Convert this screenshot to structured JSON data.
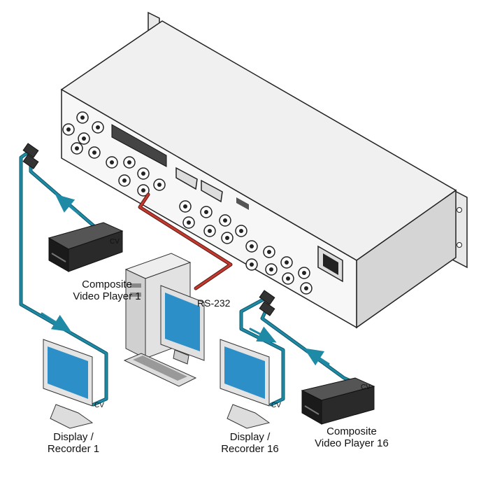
{
  "labels": {
    "player1": [
      "Composite",
      "Video Player 1"
    ],
    "player16": [
      "Composite",
      "Video Player 16"
    ],
    "display1": [
      "Display /",
      "Recorder 1"
    ],
    "display16": [
      "Display /",
      "Recorder 16"
    ],
    "rs232": "RS-232",
    "cv": "CV"
  },
  "colors": {
    "video_cable": "#1f8aa6",
    "serial_cable": "#c23a2f",
    "device_body": "#2a2a2a",
    "screen": "#2d8fc8",
    "chassis_top": "#f0f0f0",
    "chassis_side": "#d5d5d5"
  }
}
